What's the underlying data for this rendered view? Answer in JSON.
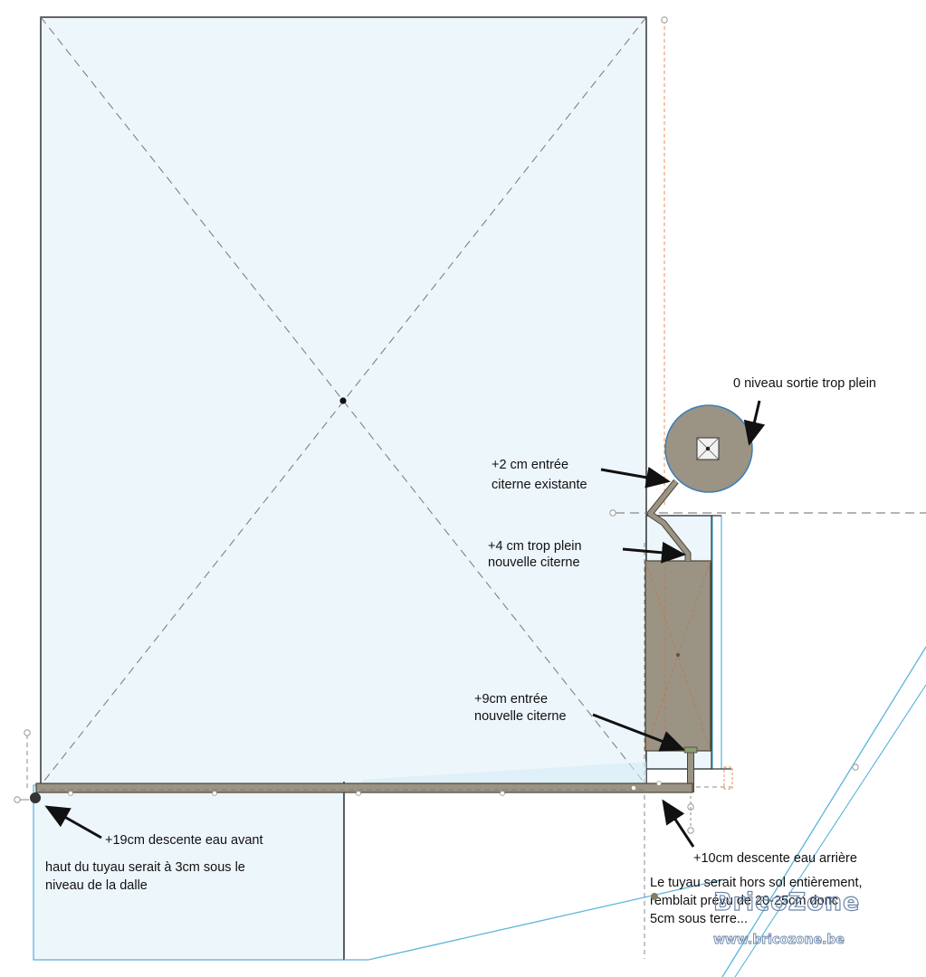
{
  "annotations": {
    "overflow_level": "0 niveau sortie trop plein",
    "existing_inlet_line1": "+2 cm entrée",
    "existing_inlet_line2": "citerne existante",
    "new_overflow_line1": "+4 cm trop plein",
    "new_overflow_line2": "nouvelle citerne",
    "new_inlet_line1": "+9cm entrée",
    "new_inlet_line2": "nouvelle citerne",
    "front_downpipe": "+19cm descente eau avant",
    "front_pipe_note_line1": "haut du tuyau serait à 3cm sous le",
    "front_pipe_note_line2": "niveau de la dalle",
    "rear_downpipe": "+10cm descente eau arrière",
    "rear_pipe_note_line1": "Le tuyau serait hors sol entièrement,",
    "rear_pipe_note_line2": "remblait prévu de 20-25cm donc",
    "rear_pipe_note_line3": "5cm sous terre..."
  },
  "watermark": {
    "title": "BricoZone",
    "url": "www.bricozone.be"
  },
  "colors": {
    "house_fill": "#edf6fb",
    "sketch_blue": "#5ab4dc",
    "tank_fill": "#9b9383",
    "pipe_fill": "#9b9383",
    "construction_orange": "#e8905a",
    "dashed_grey": "#888888"
  }
}
